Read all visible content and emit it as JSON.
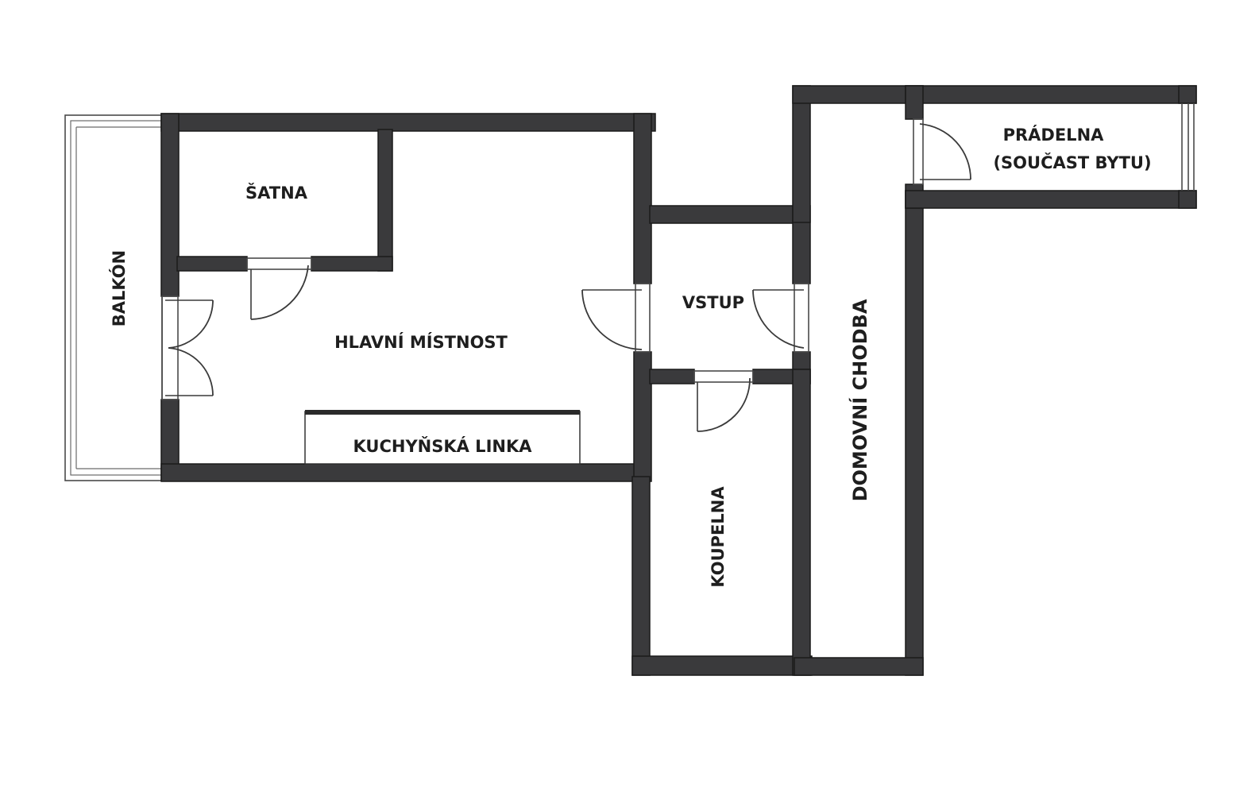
{
  "rooms": {
    "satna": "ŠATNA",
    "hlavni_mistnost": "HLAVNÍ MÍSTNOST",
    "kuchynska_linka": "KUCHYŇSKÁ LINKA",
    "balkon": "BALKÓN",
    "vstup": "VSTUP",
    "koupelna": "KOUPELNA",
    "domovni_chodba": "DOMOVNÍ CHODBA",
    "pradelna_line1": "PRÁDELNA",
    "pradelna_line2": "(SOUČAST BYTU)"
  }
}
